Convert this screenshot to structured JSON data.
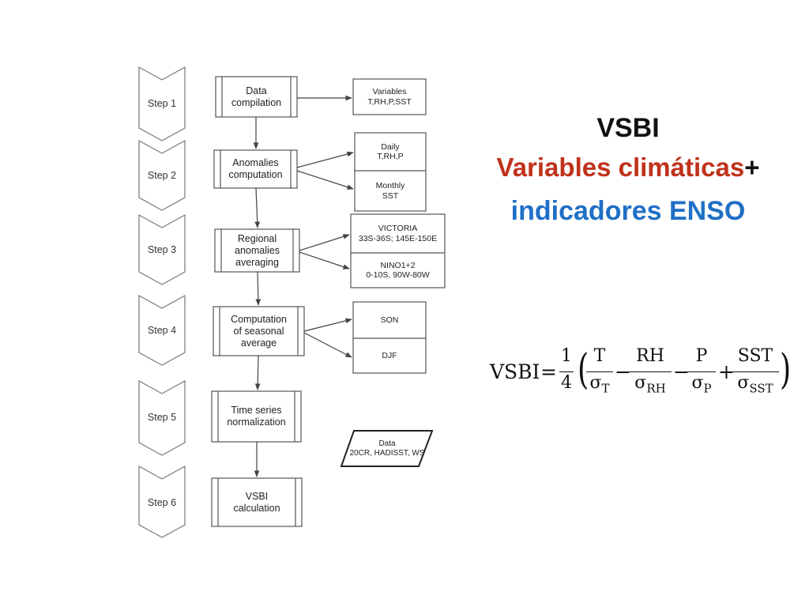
{
  "flowchart": {
    "steps": [
      "Step 1",
      "Step 2",
      "Step 3",
      "Step 4",
      "Step 5",
      "Step 6"
    ],
    "processes": [
      "Data\ncompilation",
      "Anomalies\ncomputation",
      "Regional\nanomalies\naveraging",
      "Computation\nof seasonal\naverage",
      "Time series\nnormalization",
      "VSBI\ncalculation"
    ],
    "outputs": {
      "variables": "Variables\nT,RH,P,SST",
      "daily": "Daily\nT,RH,P",
      "monthly": "Monthly\nSST",
      "victoria": "VICTORIA\n33S-36S; 145E-150E",
      "nino": "NINO1+2\n0-10S, 90W-80W",
      "son": "SON",
      "djf": "DJF"
    },
    "data_source": "Data\n20CR, HADISST, WS"
  },
  "title": {
    "line1": "VSBI",
    "line2": "Variables climáticas",
    "line2_plus": "+",
    "line3": "indicadores ENSO"
  },
  "formula": {
    "lhs": "VSBI",
    "eq": "=",
    "frac_num": "1",
    "frac_den": "4",
    "lparen": "(",
    "rparen": ")",
    "terms": [
      {
        "sign": "",
        "num": "T",
        "den_base": "σ",
        "den_sub": "T"
      },
      {
        "sign": "−",
        "num": "RH",
        "den_base": "σ",
        "den_sub": "RH"
      },
      {
        "sign": "−",
        "num": "P",
        "den_base": "σ",
        "den_sub": "P"
      },
      {
        "sign": "+",
        "num": "SST",
        "den_base": "σ",
        "den_sub": "SST"
      }
    ]
  },
  "colors": {
    "title_black": "#111111",
    "title_red": "#c0321b",
    "title_blue": "#1f6fc6",
    "stroke": "#555555"
  }
}
